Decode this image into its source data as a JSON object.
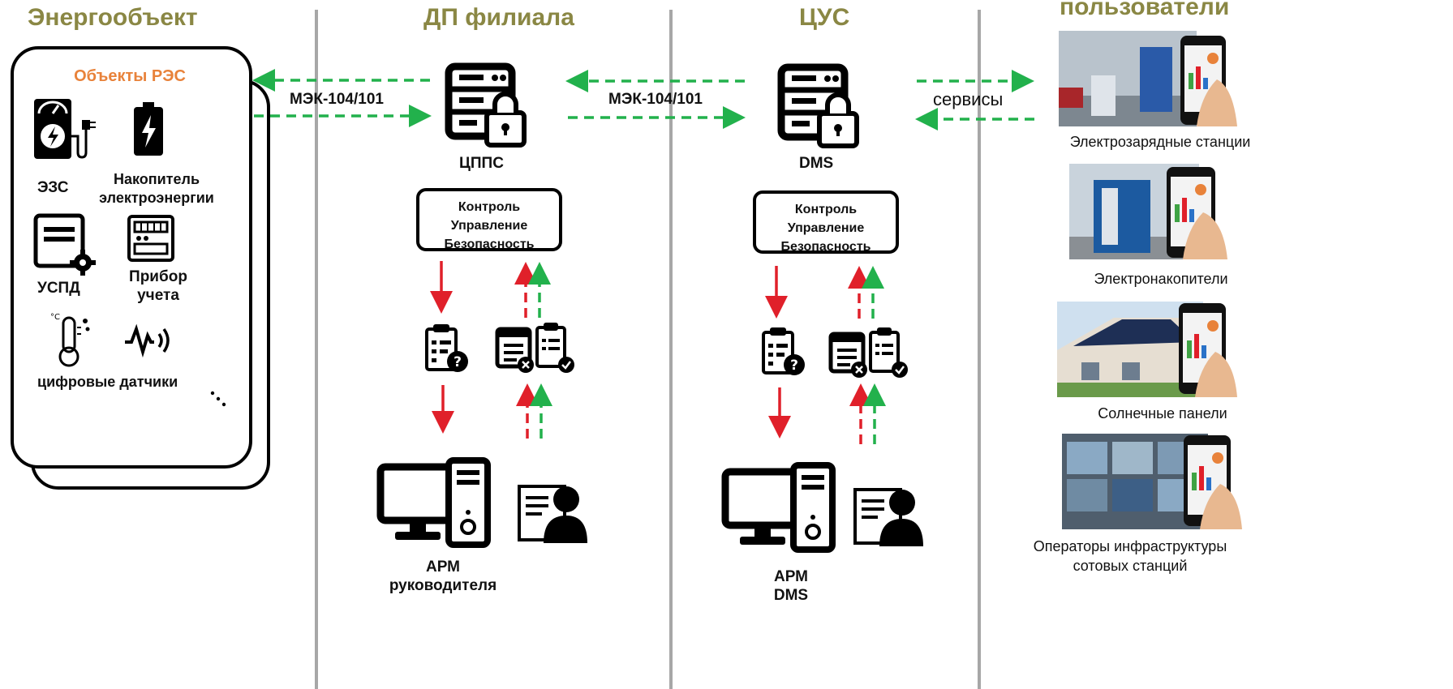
{
  "columns": {
    "energy_object": "Энергообъект",
    "branch_dp": "ДП филиала",
    "cus": "ЦУС",
    "users": "пользователи"
  },
  "res_objects": {
    "title": "Объекты РЭС",
    "ezs": "ЭЗС",
    "storage_line1": "Накопитель",
    "storage_line2": "электроэнергии",
    "uspd": "УСПД",
    "meter_line1": "Прибор",
    "meter_line2": "учета",
    "sensors": "цифровые датчики"
  },
  "protocol_left": "МЭК-104/101",
  "protocol_mid": "МЭК-104/101",
  "services_label": "сервисы",
  "cpps": {
    "label": "ЦППС",
    "control_1": "Контроль",
    "control_2": "Управление",
    "control_3": "Безопасность",
    "arm_line1": "АРМ",
    "arm_line2": "руководителя"
  },
  "dms": {
    "label": "DMS",
    "control_1": "Контроль",
    "control_2": "Управление",
    "control_3": "Безопасность",
    "arm_line1": "АРМ",
    "arm_line2": "DMS"
  },
  "consumers": [
    {
      "label": "Электрозарядные станции"
    },
    {
      "label": "Электронакопители"
    },
    {
      "label": "Солнечные панели"
    },
    {
      "label_line1": "Операторы инфраструктуры",
      "label_line2": "сотовых станций"
    }
  ],
  "colors": {
    "column_title": "#8a8744",
    "res_title": "#e8823a",
    "green_arrow": "#22b14c",
    "red_arrow": "#e0202a",
    "divider": "#a7a7a7"
  }
}
